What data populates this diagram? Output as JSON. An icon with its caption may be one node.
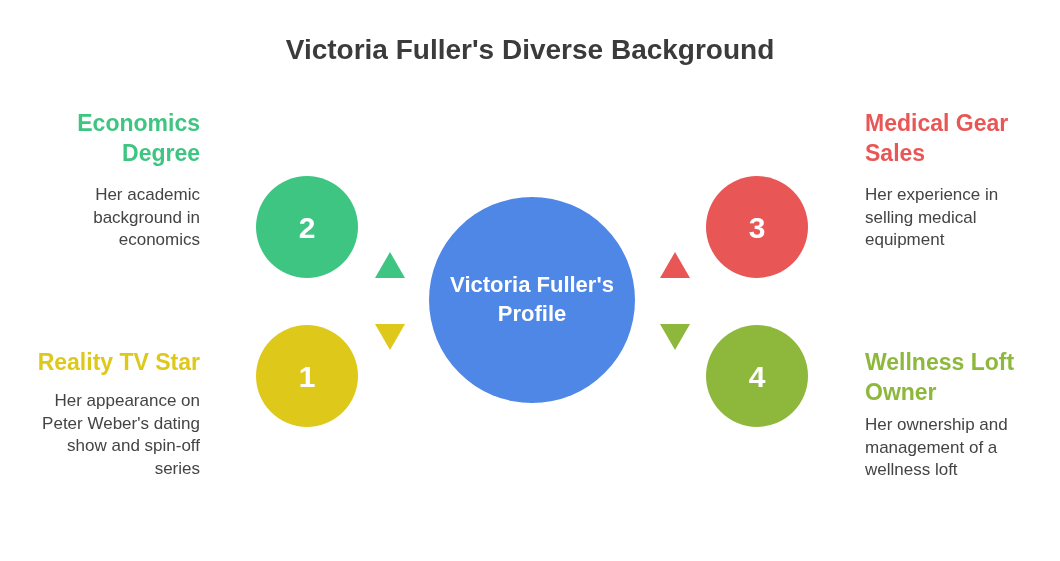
{
  "diagram": {
    "title": "Victoria Fuller's Diverse Background",
    "nodes": [
      {
        "text": [
          "2"
        ],
        "beside": [
          "Economics Degree",
          "Her academic background in economics"
        ]
      },
      {
        "text": [
          "3"
        ],
        "beside": [
          "Medical Gear Sales",
          "Her experience in selling medical equipment"
        ]
      },
      {
        "text": [
          "Victoria Fuller's Profile"
        ]
      },
      {
        "text": [
          "1"
        ],
        "beside": [
          "Reality TV Star",
          "Her appearance on Peter Weber's dating show and spin-off series"
        ]
      },
      {
        "text": [
          "4"
        ],
        "beside": [
          "Wellness Loft Owner",
          "Her ownership and management of a wellness loft"
        ]
      }
    ],
    "edges": []
  }
}
